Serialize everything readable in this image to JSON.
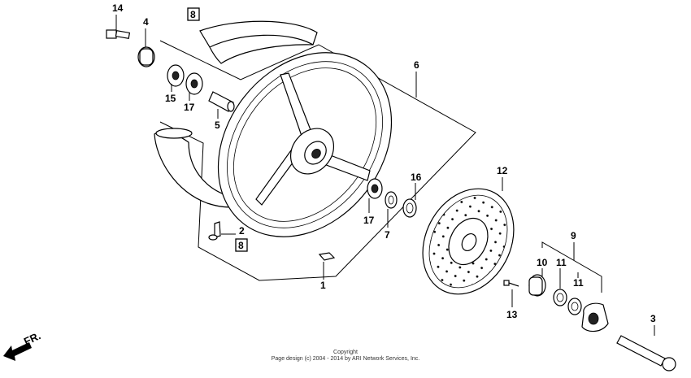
{
  "callouts": {
    "p14": "14",
    "p4": "4",
    "p8a": "8",
    "p6": "6",
    "p15": "15",
    "p17a": "17",
    "p5": "5",
    "p16": "16",
    "p17b": "17",
    "p7": "7",
    "p12": "12",
    "p2": "2",
    "p8b": "8",
    "p9": "9",
    "p10": "10",
    "p11a": "11",
    "p11b": "11",
    "p1": "1",
    "p13": "13",
    "p3": "3"
  },
  "direction": {
    "label": "FR."
  },
  "footer": {
    "line1": "Copyright",
    "line2": "Page design (c) 2004 - 2014 by ARI Network Services, Inc."
  }
}
